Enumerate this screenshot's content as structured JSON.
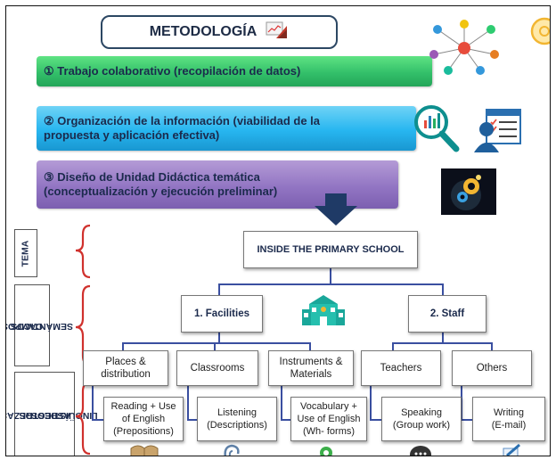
{
  "title": "METODOLOGÍA",
  "steps": [
    {
      "number": "①",
      "text": "Trabajo colaborativo (recopilación de datos)"
    },
    {
      "number": "②",
      "text_line1": "Organización de la información (viabilidad de la",
      "text_line2": "propuesta y aplicación efectiva)"
    },
    {
      "number": "③",
      "text_line1": "Diseño de Unidad Didáctica temática",
      "text_line2": "(conceptualización y ejecución preliminar)"
    }
  ],
  "side_labels": {
    "tema": "TEMA",
    "campos_line1": "CAMPOS",
    "campos_line2": "SEMÁNTICOS",
    "destrezas_line1": "DESTREZAS +",
    "destrezas_line2": "ASPECTOS",
    "destrezas_line3": "LINGÜÍSTICOS"
  },
  "theme": "INSIDE THE PRIMARY SCHOOL",
  "fields": {
    "facilities": "1. Facilities",
    "staff": "2. Staff"
  },
  "subfields": {
    "places_line1": "Places &",
    "places_line2": "distribution",
    "classrooms": "Classrooms",
    "instruments_line1": "Instruments &",
    "instruments_line2": "Materials",
    "teachers": "Teachers",
    "others": "Others"
  },
  "skills": {
    "reading_line1": "Reading + Use",
    "reading_line2": "of English",
    "reading_line3": "(Prepositions)",
    "listening_line1": "Listening",
    "listening_line2": "(Descriptions)",
    "vocab_line1": "Vocabulary +",
    "vocab_line2": "Use of English",
    "vocab_line3": "(Wh- forms)",
    "speaking_line1": "Speaking",
    "speaking_line2": "(Group work)",
    "writing_line1": "Writing",
    "writing_line2": "(E-mail)"
  },
  "colors": {
    "green_band": "#33c06a",
    "blue_band": "#27b6f0",
    "purple_band": "#9275c3",
    "bracket_red": "#d0312d",
    "connector_blue": "#3a4fa0",
    "arrow_navy": "#1f3a66"
  },
  "icons": [
    "presentation-icon",
    "network-people-icon",
    "lightbulb-icon",
    "magnifier-chart-icon",
    "user-checklist-icon",
    "brain-gears-icon",
    "school-building-icon",
    "book-icon",
    "ear-icon",
    "gear-icon",
    "speech-bubble-icon",
    "pen-icon"
  ]
}
